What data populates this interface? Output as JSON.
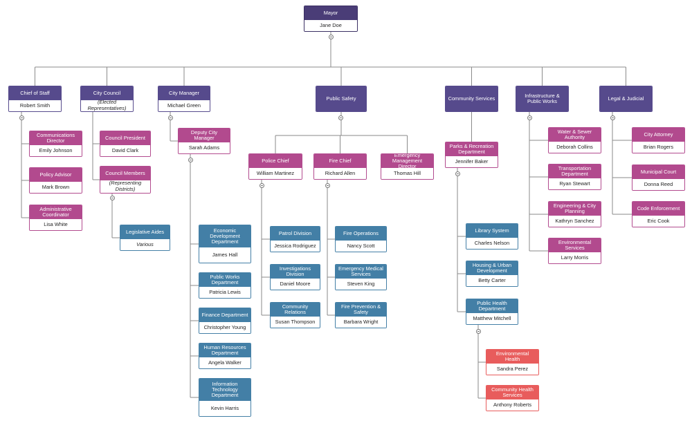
{
  "colors": {
    "executive": "#4a3d77",
    "executive_border": "#3a2f63",
    "division": "#564a8c",
    "office": "#b24a8e",
    "department": "#437fa6",
    "health": "#e85c5c",
    "link": "#8a8a8a"
  },
  "nodes": [
    {
      "id": "mayor",
      "title": "Mayor",
      "name": "Jane Doe",
      "style": "executive"
    },
    {
      "id": "chief_of_staff",
      "parent": "mayor",
      "title": "Chief of Staff",
      "name": "Robert Smith",
      "style": "division"
    },
    {
      "id": "comms",
      "parent": "chief_of_staff",
      "title": "Communications Director",
      "name": "Emily Johnson",
      "style": "office"
    },
    {
      "id": "policy",
      "parent": "chief_of_staff",
      "title": "Policy Advisor",
      "name": "Mark Brown",
      "style": "office"
    },
    {
      "id": "admin",
      "parent": "chief_of_staff",
      "title": "Administrative Coordinator",
      "name": "Lisa White",
      "style": "office"
    },
    {
      "id": "council",
      "parent": "mayor",
      "title": "City Council",
      "note": "(Elected Representatives)",
      "style": "division"
    },
    {
      "id": "council_pres",
      "parent": "council",
      "title": "Council President",
      "name": "David Clark",
      "style": "office"
    },
    {
      "id": "council_members",
      "parent": "council",
      "title": "Council Members",
      "note": "(Representing Districts)",
      "style": "office"
    },
    {
      "id": "leg_aides",
      "parent": "council_members",
      "title": "Legislative Aides",
      "note": "Various",
      "style": "department"
    },
    {
      "id": "city_manager",
      "parent": "mayor",
      "title": "City Manager",
      "name": "Michael Green",
      "style": "division"
    },
    {
      "id": "deputy_cm",
      "parent": "city_manager",
      "title": "Deputy City Manager",
      "name": "Sarah Adams",
      "style": "office"
    },
    {
      "id": "econ_dev",
      "parent": "deputy_cm",
      "title": "Economic Development Department",
      "name": "James Hall",
      "style": "department"
    },
    {
      "id": "public_works",
      "parent": "deputy_cm",
      "title": "Public Works Department",
      "name": "Patricia Lewis",
      "style": "department"
    },
    {
      "id": "finance",
      "parent": "deputy_cm",
      "title": "Finance Department",
      "name": "Christopher Young",
      "style": "department"
    },
    {
      "id": "hr",
      "parent": "deputy_cm",
      "title": "Human Resources Department",
      "name": "Angela Walker",
      "style": "department"
    },
    {
      "id": "it",
      "parent": "deputy_cm",
      "title": "Information Technology Department",
      "name": "Kevin Harris",
      "style": "department"
    },
    {
      "id": "public_safety",
      "parent": "mayor",
      "title": "Public Safety",
      "style": "division"
    },
    {
      "id": "police_chief",
      "parent": "public_safety",
      "title": "Police Chief",
      "name": "William Martinez",
      "style": "office"
    },
    {
      "id": "patrol",
      "parent": "police_chief",
      "title": "Patrol Division",
      "name": "Jessica Rodriguez",
      "style": "department"
    },
    {
      "id": "investigations",
      "parent": "police_chief",
      "title": "Investigations Division",
      "name": "Daniel Moore",
      "style": "department"
    },
    {
      "id": "community_rel",
      "parent": "police_chief",
      "title": "Community Relations",
      "name": "Susan Thompson",
      "style": "department"
    },
    {
      "id": "fire_chief",
      "parent": "public_safety",
      "title": "Fire Chief",
      "name": "Richard Allen",
      "style": "office"
    },
    {
      "id": "fire_ops",
      "parent": "fire_chief",
      "title": "Fire Operations",
      "name": "Nancy Scott",
      "style": "department"
    },
    {
      "id": "ems",
      "parent": "fire_chief",
      "title": "Emergency Medical Services",
      "name": "Steven King",
      "style": "department"
    },
    {
      "id": "fire_prev",
      "parent": "fire_chief",
      "title": "Fire Prevention & Safety",
      "name": "Barbara Wright",
      "style": "department"
    },
    {
      "id": "emergency_mgmt",
      "parent": "public_safety",
      "title": "Emergency Management Director",
      "name": "Thomas Hill",
      "style": "office"
    },
    {
      "id": "community_services",
      "parent": "mayor",
      "title": "Community Services",
      "style": "division"
    },
    {
      "id": "parks_rec",
      "parent": "community_services",
      "title": "Parks & Recreation Department",
      "name": "Jennifer Baker",
      "style": "office"
    },
    {
      "id": "library",
      "parent": "parks_rec",
      "title": "Library System",
      "name": "Charles Nelson",
      "style": "department"
    },
    {
      "id": "housing",
      "parent": "parks_rec",
      "title": "Housing & Urban Development",
      "name": "Betty Carter",
      "style": "department"
    },
    {
      "id": "public_health",
      "parent": "parks_rec",
      "title": "Public Health Department",
      "name": "Matthew Mitchell",
      "style": "department"
    },
    {
      "id": "env_health",
      "parent": "public_health",
      "title": "Environmental Health",
      "name": "Sandra Perez",
      "style": "health"
    },
    {
      "id": "comm_health",
      "parent": "public_health",
      "title": "Community Health Services",
      "name": "Anthony Roberts",
      "style": "health"
    },
    {
      "id": "infrastructure",
      "parent": "mayor",
      "title": "Infrastructure & Public Works",
      "style": "division"
    },
    {
      "id": "water_sewer",
      "parent": "infrastructure",
      "title": "Water & Sewer Authority",
      "name": "Deborah Collins",
      "style": "office"
    },
    {
      "id": "transportation",
      "parent": "infrastructure",
      "title": "Transportation Department",
      "name": "Ryan Stewart",
      "style": "office"
    },
    {
      "id": "engineering",
      "parent": "infrastructure",
      "title": "Engineering & City Planning",
      "name": "Kathryn Sanchez",
      "style": "office"
    },
    {
      "id": "env_services",
      "parent": "infrastructure",
      "title": "Environmental Services",
      "name": "Larry Morris",
      "style": "office"
    },
    {
      "id": "legal",
      "parent": "mayor",
      "title": "Legal & Judicial",
      "style": "division"
    },
    {
      "id": "city_attorney",
      "parent": "legal",
      "title": "City Attorney",
      "name": "Brian Rogers",
      "style": "office"
    },
    {
      "id": "municipal_court",
      "parent": "legal",
      "title": "Municipal Court",
      "name": "Donna Reed",
      "style": "office"
    },
    {
      "id": "code_enforcement",
      "parent": "legal",
      "title": "Code Enforcement",
      "name": "Eric Cook",
      "style": "office"
    }
  ]
}
